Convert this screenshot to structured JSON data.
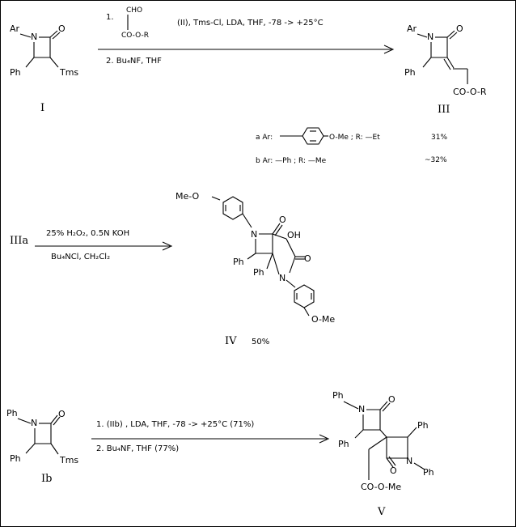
{
  "atoms": {
    "ar": "Ar",
    "n": "N",
    "o": "O",
    "ph": "Ph",
    "tms": "Tms",
    "oh": "OH",
    "meo": "Me-O",
    "ome": "O-Me"
  },
  "reaction1": {
    "reagent_top": "CHO",
    "reagent_bottom": "CO-O-R",
    "step1_num": "1.",
    "step1": "(II),  Tms-Cl,  LDA,   THF,   -78 -> +25°C",
    "step2": "2.  Bu₄NF,   THF",
    "start_label": "I",
    "product_ester": "CO-O-R",
    "product_label": "III",
    "variant_a_prefix": "a Ar:",
    "variant_a_suffix": "O-Me ; R:  —Et",
    "variant_a_yield": "31%",
    "variant_b": "b  Ar:  —Ph ; R:  —Me",
    "variant_b_yield": "~32%"
  },
  "reaction2": {
    "start_label": "IIIa",
    "cond_top": "25% H₂O₂,  0.5N  KOH",
    "cond_bottom": "Bu₄NCl,    CH₂Cl₂",
    "product_label": "IV",
    "product_yield": "50%"
  },
  "reaction3": {
    "start_label": "Ib",
    "step1": "1.  (IIb) ,  LDA,    THF,    -78 -> +25°C   (71%)",
    "step2": "2.  Bu₄NF,   THF    (77%)",
    "product_ester": "CO-O-Me",
    "product_label": "V"
  }
}
